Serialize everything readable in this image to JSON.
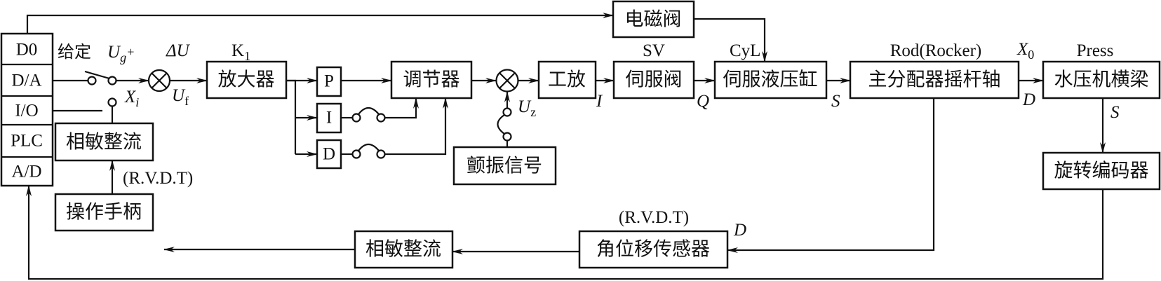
{
  "io_panel": {
    "rows": [
      "D0",
      "D/A",
      "I/O",
      "PLC",
      "A/D"
    ]
  },
  "blocks": {
    "solenoid_valve": "电磁阀",
    "phase_rectifier_top": "相敏整流",
    "operating_handle": "操作手柄",
    "amplifier": "放大器",
    "p": "P",
    "i": "I",
    "d": "D",
    "regulator": "调节器",
    "dither_signal": "颤振信号",
    "power_amp": "工放",
    "servo_valve": "伺服阀",
    "servo_cylinder": "伺服液压缸",
    "rocker_shaft": "主分配器摇杆轴",
    "press_beam": "水压机横梁",
    "rotary_encoder": "旋转编码器",
    "angle_sensor": "角位移传感器",
    "phase_rectifier_bottom": "相敏整流"
  },
  "labels": {
    "setpoint": "给定",
    "ug": "U",
    "ug_sub": "g",
    "ug_plus": "+",
    "delta_u": "ΔU",
    "uf": "U",
    "uf_sub": "f",
    "xi": "X",
    "xi_sub": "i",
    "rvdt_top": "(R.V.D.T)",
    "k1": "K",
    "k1_sub": "1",
    "uz": "U",
    "uz_sub": "z",
    "current": "I",
    "sv": "SV",
    "flow": "Q",
    "cyl": "CyL",
    "s1": "S",
    "rod": "Rod(Rocker)",
    "x0": "X",
    "x0_sub": "0",
    "d1": "D",
    "press": "Press",
    "s2": "S",
    "rvdt_bottom": "(R.V.D.T)",
    "d2": "D"
  }
}
